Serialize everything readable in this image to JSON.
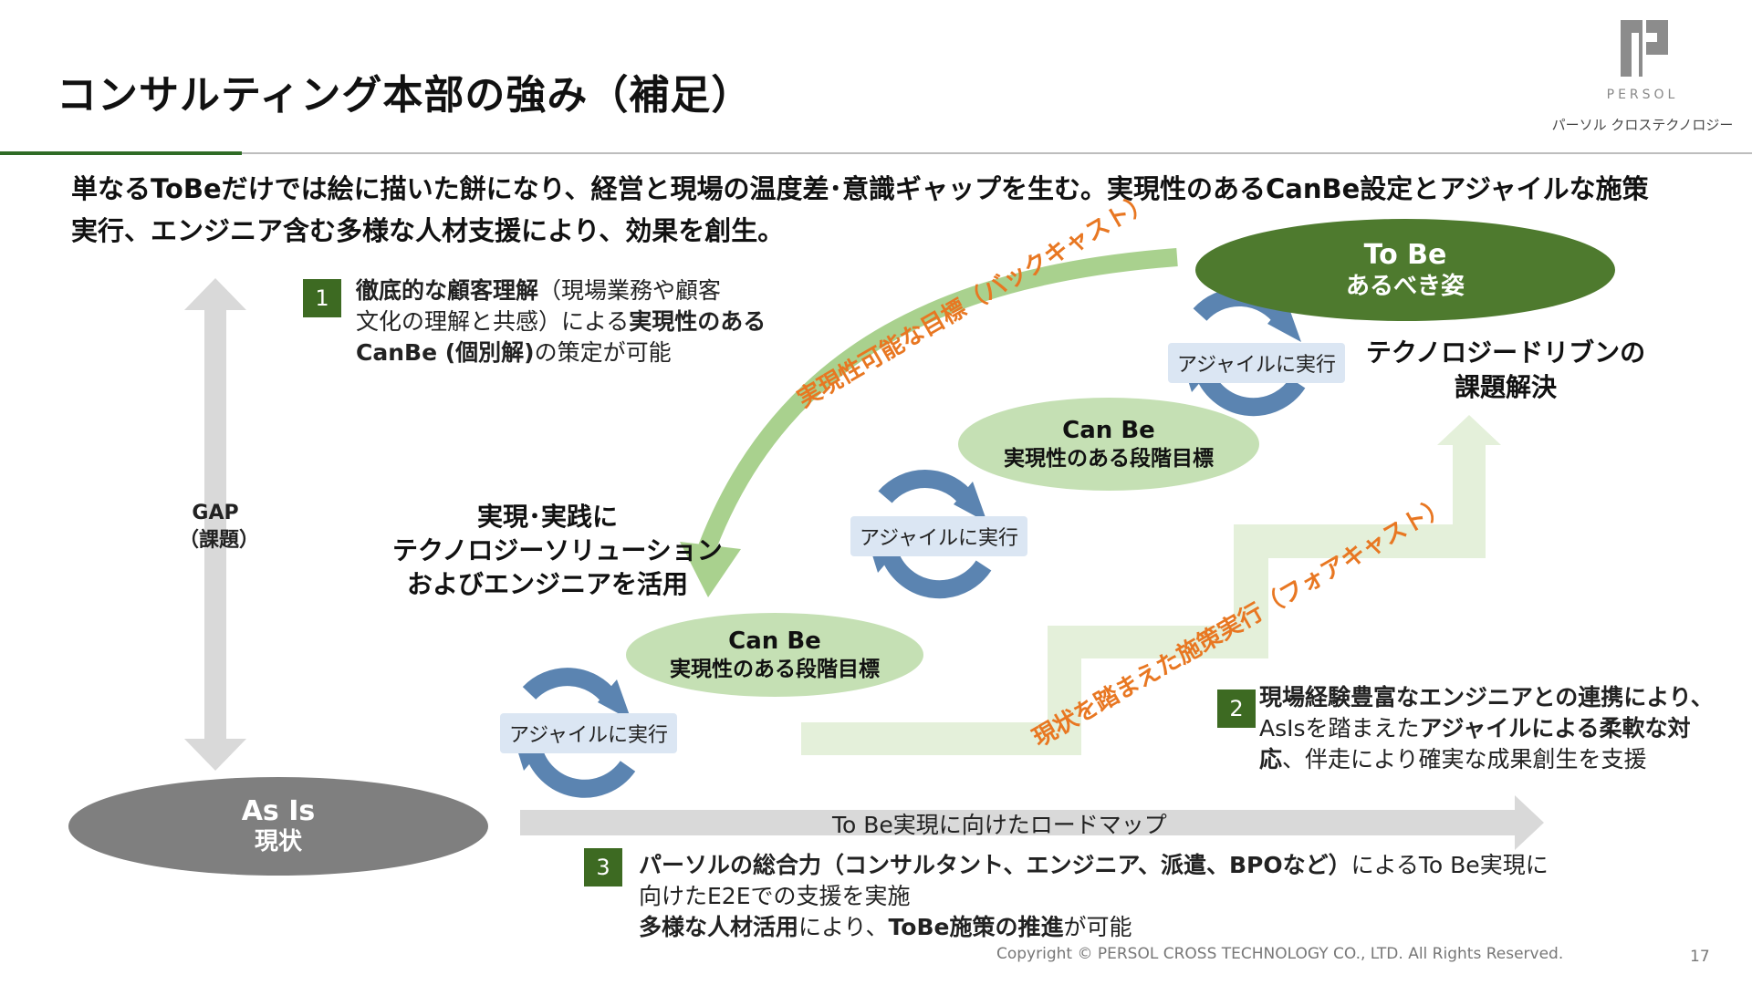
{
  "header": {
    "title": "コンサルティング本部の強み（補足）",
    "logo_text": "PERSOL",
    "logo_sub": "パーソル クロステクノロジー"
  },
  "lead": {
    "line1": "単なるToBeだけでは絵に描いた餅になり、経営と現場の温度差･意識ギャップを生む。実現性のあるCanBe設定とアジャイルな施策",
    "line2": "実行、エンジニア含む多様な人材支援により、効果を創生。"
  },
  "gap": {
    "line1": "GAP",
    "line2": "（課題）"
  },
  "as_is": {
    "line1": "As Is",
    "line2": "現状"
  },
  "to_be": {
    "line1": "To Be",
    "line2": "あるべき姿"
  },
  "can_be_1": {
    "line1": "Can Be",
    "line2": "実現性のある段階目標"
  },
  "can_be_2": {
    "line1": "Can Be",
    "line2": "実現性のある段階目標"
  },
  "agile_label": "アジャイルに実行",
  "backcast_label": "実現性可能な目標（バックキャスト）",
  "forecast_label": "現状を踏まえた施策実行（フォアキャスト）",
  "roadmap_label": "To Be実現に向けたロードマップ",
  "practice": {
    "line1": "実現･実践に",
    "line2": "テクノロジーソリューション",
    "line3": "およびエンジニアを活用"
  },
  "tech_driven": {
    "line1": "テクノロジードリブンの",
    "line2": "課題解決"
  },
  "point1": {
    "num": "1",
    "l1_bold": "徹底的な顧客理解",
    "l1_rest": "（現場業務や顧客",
    "l2_rest": "文化の理解と共感）による",
    "l2_bold": "実現性のある",
    "l3_bold": "CanBe (個別解)",
    "l3_rest": "の策定が可能"
  },
  "point2": {
    "num": "2",
    "l1_bold": "現場経験豊富なエンジニアとの連携により、",
    "l2_rest": "AsIsを踏まえた",
    "l2_bold": "アジャイルによる柔軟な対",
    "l3_bold": "応",
    "l3_rest": "、伴走により確実な成果創生を支援"
  },
  "point3": {
    "num": "3",
    "l1_bold": "パーソルの総合力（コンサルタント、エンジニア、派遣、BPOなど）",
    "l1_rest": "によるTo Be実現に",
    "l2_rest": "向けたE2Eでの支援を実施",
    "l3_bold": "多様な人材活用",
    "l3_rest": "により、",
    "l3_bold2": "ToBe施策の推進",
    "l3_rest2": "が可能"
  },
  "footer": {
    "copyright": "Copyright © PERSOL CROSS TECHNOLOGY CO., LTD. All Rights Reserved.",
    "page": "17"
  },
  "colors": {
    "dark_green": "#4e7a2e",
    "light_green": "#c5e0b4",
    "pale_green": "#e4f0da",
    "orange": "#e87722",
    "blue": "#5b84b1",
    "gray": "#7f7f7f"
  }
}
